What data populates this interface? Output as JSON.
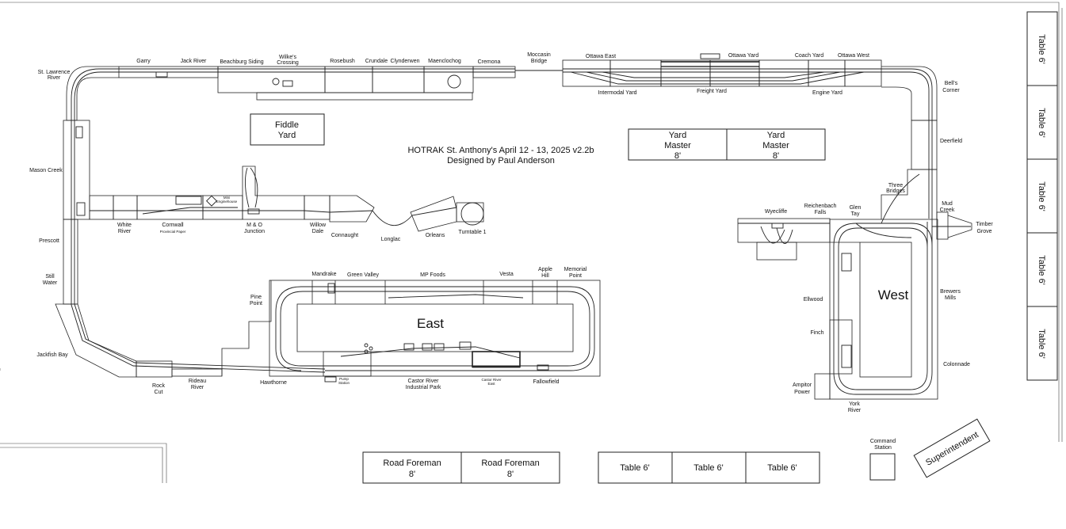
{
  "title": {
    "line1": "HOTRAK St. Anthony's April 12 - 13, 2025 v2.2b",
    "line2": "Designed by Paul Anderson"
  },
  "regions": {
    "east": "East",
    "west": "West"
  },
  "north_labels": {
    "garry": "Garry",
    "jack_river": "Jack River",
    "beachburg_siding": "Beachburg Siding",
    "wilkes_1": "Wilke's",
    "wilkes_2": "Crossing",
    "rosebush": "Rosebush",
    "crundale": "Crundale",
    "clynderwen": "Clynderwen",
    "maenclochog": "Maenclochog",
    "cremona": "Cremona",
    "moccasin_1": "Moccasin",
    "moccasin_2": "Bridge",
    "ottawa_east": "Ottawa East",
    "ottawa_yard": "Ottawa Yard",
    "coach_yard": "Coach Yard",
    "ottawa_west": "Ottawa West",
    "intermodal_yard": "Intermodal Yard",
    "freight_yard": "Freight Yard",
    "engine_yard": "Engine Yard"
  },
  "west_side_labels": {
    "st_lawrence_1": "St. Lawrence",
    "st_lawrence_2": "River",
    "mason_creek": "Mason Creek",
    "prescott": "Prescott",
    "still_water_1": "Still",
    "still_water_2": "Water",
    "jackfish_bay": "Jackfish Bay",
    "rock_cut_1": "Rock",
    "rock_cut_2": "Cut",
    "rideau_1": "Rideau",
    "rideau_2": "River"
  },
  "central_labels": {
    "white_river_1": "White",
    "white_river_2": "River",
    "cornwall": "Cornwall",
    "provincial_paper": "Provincial Paper",
    "mo_junction_1": "M & O",
    "mo_junction_2": "Junction",
    "willow_dale_1": "Willow",
    "willow_dale_2": "Dale",
    "connaught": "Connaught",
    "longlac": "Longlac",
    "orleans": "Orleans",
    "turntable": "Turntable 1",
    "mini_engine_house_1": "Mini",
    "mini_engine_house_2": "Enginehouse"
  },
  "east_labels": {
    "mandrake": "Mandrake",
    "green_valley": "Green Valley",
    "mp_foods": "MP Foods",
    "vesta": "Vesta",
    "apple_hill_1": "Apple",
    "apple_hill_2": "Hill",
    "memorial_point_1": "Memorial",
    "memorial_point_2": "Point",
    "pine_point_1": "Pine",
    "pine_point_2": "Point",
    "hawthorne": "Hawthorne",
    "castor_river_1": "Castor River",
    "castor_river_2": "Industrial Park",
    "fallowfield": "Fallowfield",
    "pump_station_1": "Pump",
    "pump_station_2": "Station",
    "castor_river_east_1": "Castor River",
    "castor_river_east_2": "East"
  },
  "west_labels": {
    "bells_corner_1": "Bell's",
    "bells_corner_2": "Corner",
    "deerfield": "Deerfield",
    "three_bridges_1": "Three",
    "three_bridges_2": "Bridges",
    "mud_creek_1": "Mud",
    "mud_creek_2": "Creek",
    "timber_grove_1": "Timber",
    "timber_grove_2": "Grove",
    "wyecliffe": "Wyecliffe",
    "reichenbach_1": "Reichenbach",
    "reichenbach_2": "Falls",
    "glen_tay_1": "Glen",
    "glen_tay_2": "Tay",
    "ellwood": "Ellwood",
    "finch": "Finch",
    "brewers_mills_1": "Brewers",
    "brewers_mills_2": "Mills",
    "colonnade": "Colonnade",
    "ampitor_power_1": "Ampitor",
    "ampitor_power_2": "Power",
    "york_river_1": "York",
    "york_river_2": "River"
  },
  "fiddle_yard": {
    "line1": "Fiddle",
    "line2": "Yard"
  },
  "yard_master_tables": [
    {
      "line1": "Yard",
      "line2": "Master",
      "line3": "8'"
    },
    {
      "line1": "Yard",
      "line2": "Master",
      "line3": "8'"
    }
  ],
  "road_foreman_tables": [
    {
      "line1": "Road Foreman",
      "line2": "8'"
    },
    {
      "line1": "Road Foreman",
      "line2": "8'"
    }
  ],
  "bottom_tables": [
    "Table 6'",
    "Table 6'",
    "Table 6'"
  ],
  "right_tables": [
    "Table 6'",
    "Table 6'",
    "Table 6'",
    "Table 6'",
    "Table 6'"
  ],
  "command_station": {
    "line1": "Command",
    "line2": "Station"
  },
  "superintendent": "Superintendent"
}
